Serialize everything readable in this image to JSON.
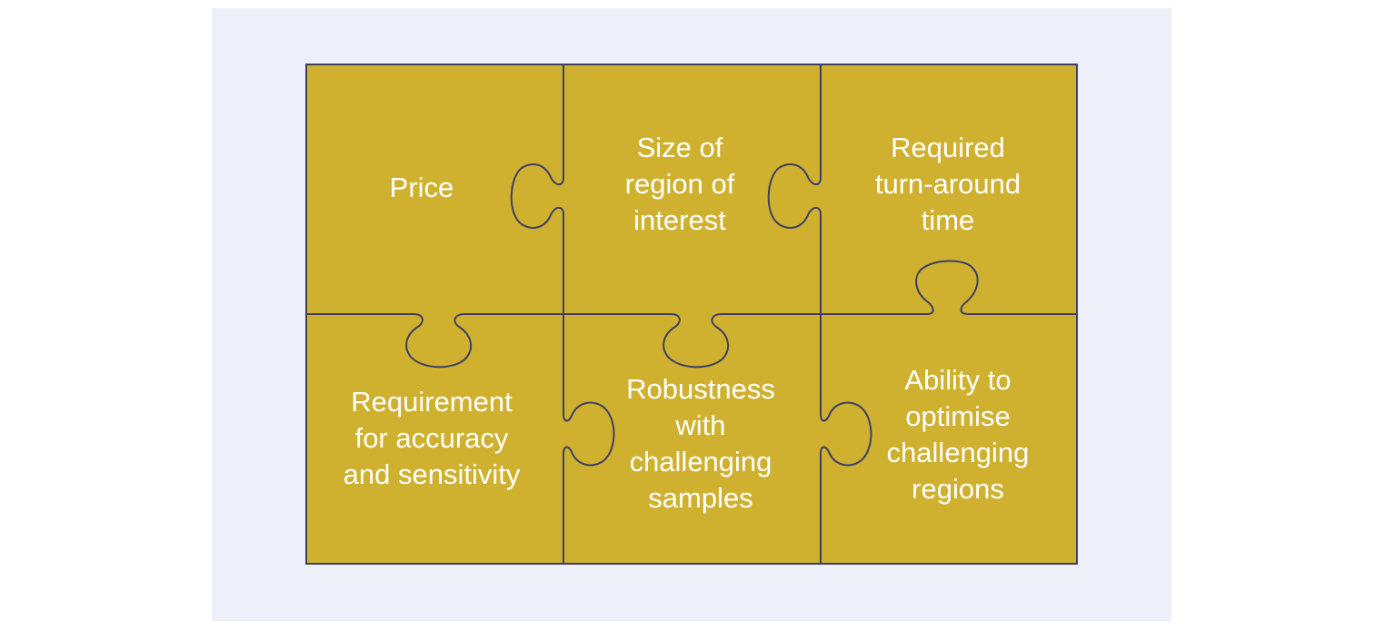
{
  "pieces": [
    {
      "id": "price",
      "label": "Price"
    },
    {
      "id": "size",
      "label": "Size of\nregion of\ninterest"
    },
    {
      "id": "turnaround",
      "label": "Required\nturn-around\ntime"
    },
    {
      "id": "accuracy",
      "label": "Requirement\nfor accuracy\nand sensitivity"
    },
    {
      "id": "robustness",
      "label": "Robustness\nwith\nchallenging\nsamples"
    },
    {
      "id": "optimise",
      "label": "Ability to\noptimise\nchallenging\nregions"
    }
  ],
  "colors": {
    "piece_fill": "#cfb12f",
    "outline": "#3d3f66",
    "panel_bg": "#edf0f9",
    "text": "#ffffff"
  }
}
